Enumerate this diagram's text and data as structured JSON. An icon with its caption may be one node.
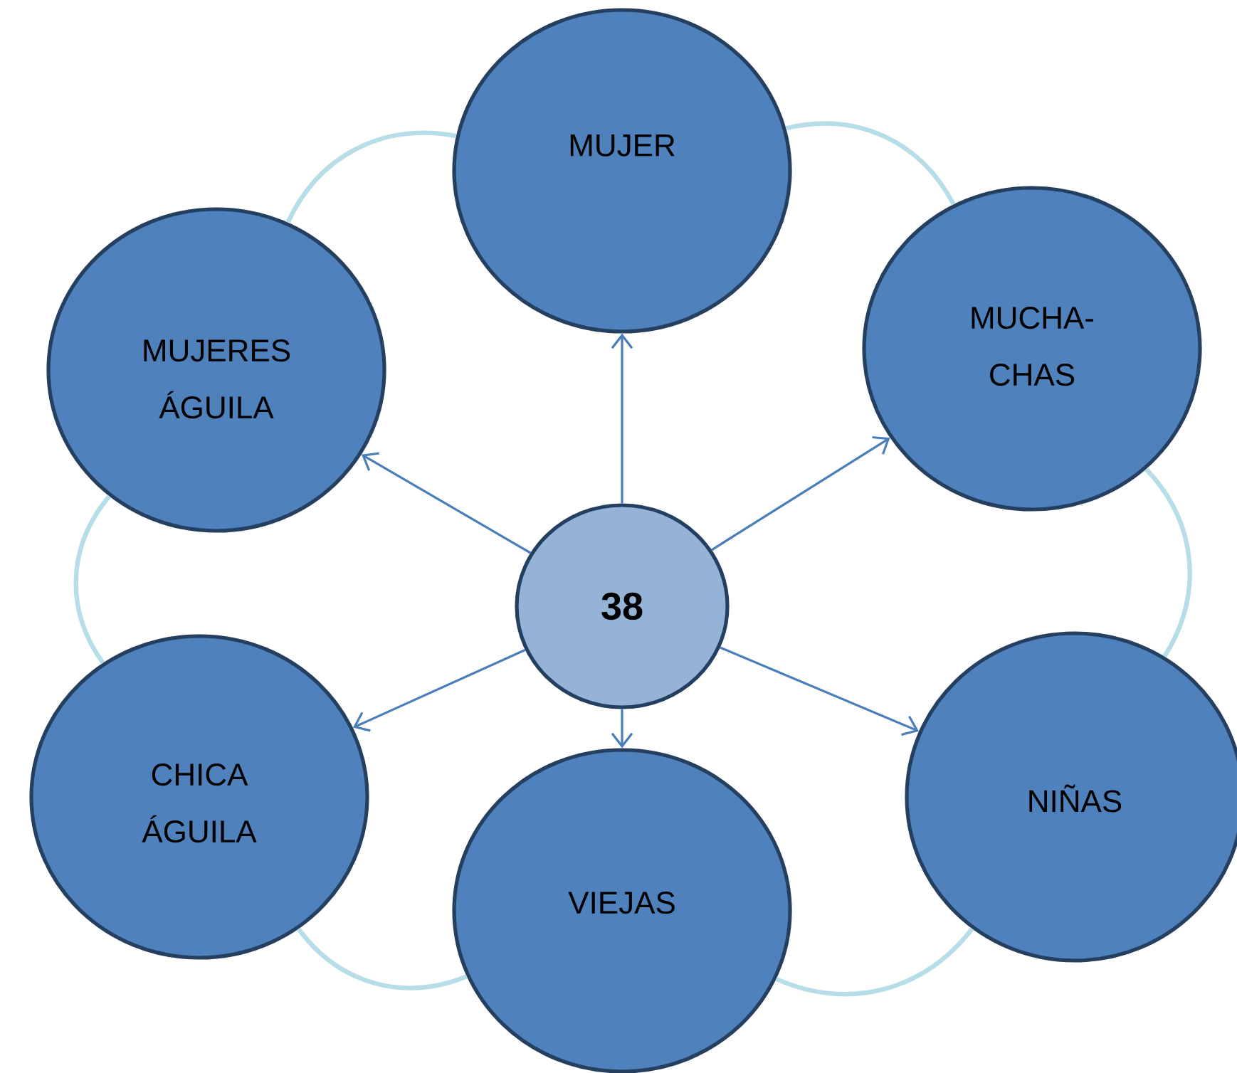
{
  "diagram": {
    "nodes": [
      {
        "text": [
          "MUJER"
        ]
      },
      {
        "text": [
          "MUJERES ÁGUILA"
        ]
      },
      {
        "text": [
          "MUCHA- CHAS"
        ]
      },
      {
        "text": [
          "38"
        ]
      },
      {
        "text": [
          "CHICA ÁGUILA"
        ]
      },
      {
        "text": [
          "NIÑAS"
        ]
      },
      {
        "text": [
          "VIEJAS"
        ]
      }
    ],
    "edges": [
      {
        "from": 3,
        "to": 1,
        "arrow": "to",
        "color": "#4a7ebb"
      },
      {
        "from": 3,
        "to": 0,
        "arrow": "to",
        "color": "#4a7ebb"
      },
      {
        "from": 3,
        "to": 2,
        "arrow": "to",
        "color": "#4a7ebb"
      },
      {
        "from": 3,
        "to": 4,
        "arrow": "to",
        "color": "#4a7ebb"
      },
      {
        "from": 3,
        "to": 6,
        "arrow": "to",
        "color": "#4a7ebb"
      },
      {
        "from": 3,
        "to": 5,
        "arrow": "to",
        "color": "#4a7ebb"
      },
      {
        "from": 1,
        "to": 0,
        "arrow": "none",
        "color": "#b7dde8",
        "style": "thick"
      },
      {
        "from": 0,
        "to": 2,
        "arrow": "none",
        "color": "#b7dde8",
        "style": "thick"
      },
      {
        "from": 2,
        "to": 5,
        "arrow": "none",
        "color": "#b7dde8",
        "style": "thick"
      },
      {
        "from": 5,
        "to": 6,
        "arrow": "none",
        "color": "#b7dde8",
        "style": "thick"
      },
      {
        "from": 6,
        "to": 4,
        "arrow": "none",
        "color": "#b7dde8",
        "style": "thick"
      },
      {
        "from": 4,
        "to": 1,
        "arrow": "none",
        "color": "#b7dde8",
        "style": "thick"
      }
    ]
  }
}
